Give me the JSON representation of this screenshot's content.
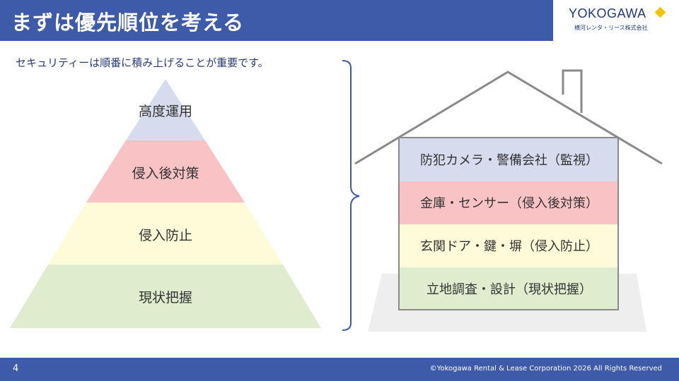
{
  "header": {
    "title": "まずは優先順位を考える",
    "logo": {
      "name": "YOKOGAWA",
      "sub": "横河レンタ・リース株式会社"
    }
  },
  "subtitle": "セキュリティーは順番に積み上げることが重要です。",
  "pyramid": {
    "levels": [
      {
        "label": "高度運用",
        "color": "#d6dcee"
      },
      {
        "label": "侵入後対策",
        "color": "#f9c3c6"
      },
      {
        "label": "侵入防止",
        "color": "#fefbd9"
      },
      {
        "label": "現状把握",
        "color": "#dfeccd"
      }
    ]
  },
  "house": {
    "rows": [
      {
        "label": "防犯カメラ・警備会社（監視）",
        "color": "#d6dcee"
      },
      {
        "label": "金庫・センサー（侵入後対策）",
        "color": "#f9c3c6"
      },
      {
        "label": "玄関ドア・鍵・塀（侵入防止）",
        "color": "#fefbd9"
      },
      {
        "label": "立地調査・設計（現状把握）",
        "color": "#dfeccd"
      }
    ],
    "stroke_color": "#8a8a8a",
    "ground_color": "#eeeeee"
  },
  "footer": {
    "page_number": "4",
    "copyright": "©Yokogawa Rental & Lease Corporation 2026 All Rights Reserved"
  }
}
